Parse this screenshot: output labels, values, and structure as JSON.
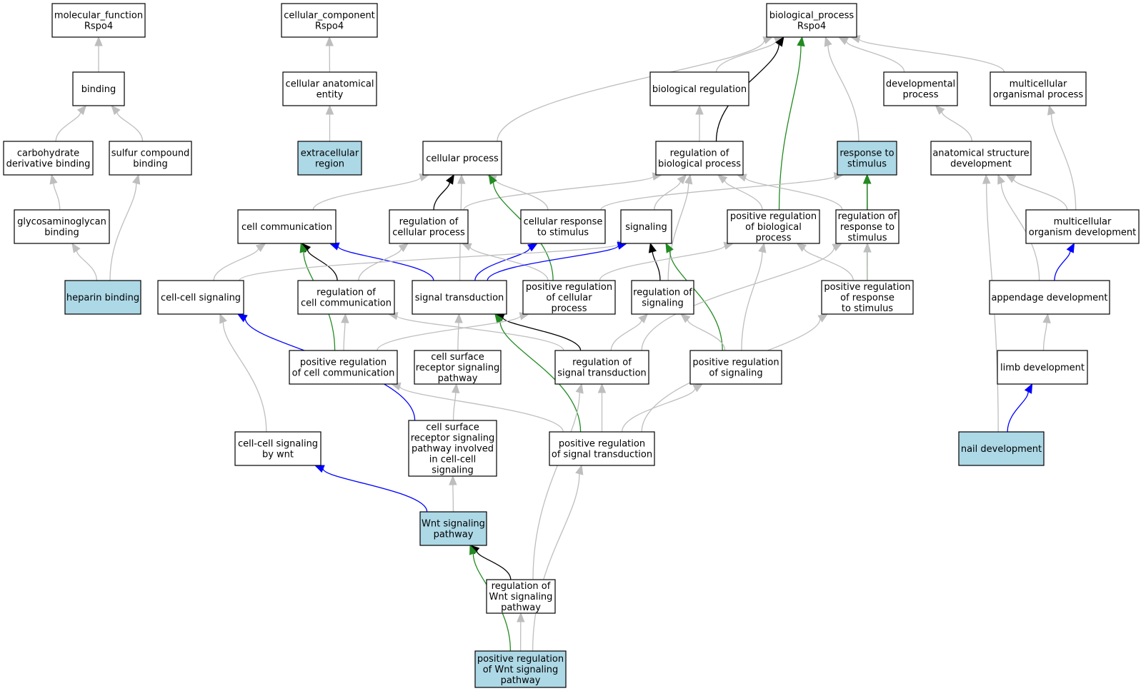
{
  "diagram": {
    "colors": {
      "highlight_fill": "#add8e6",
      "default_fill": "#ffffff",
      "is_a": "#bebebe",
      "part_of": "#0000ff",
      "regulates": "#000000",
      "positively_regulates": "#228b22",
      "negatively_regulates": "#ff0000"
    },
    "nodes": [
      {
        "id": "mf",
        "label": [
          "molecular_function",
          "Rspo4"
        ],
        "highlight": false
      },
      {
        "id": "binding",
        "label": [
          "binding"
        ],
        "highlight": false
      },
      {
        "id": "carb",
        "label": [
          "carbohydrate",
          "derivative binding"
        ],
        "highlight": false
      },
      {
        "id": "sulfur",
        "label": [
          "sulfur compound",
          "binding"
        ],
        "highlight": false
      },
      {
        "id": "gag",
        "label": [
          "glycosaminoglycan",
          "binding"
        ],
        "highlight": false
      },
      {
        "id": "heparin",
        "label": [
          "heparin binding"
        ],
        "highlight": true
      },
      {
        "id": "cc",
        "label": [
          "cellular_component",
          "Rspo4"
        ],
        "highlight": false
      },
      {
        "id": "cae",
        "label": [
          "cellular anatomical",
          "entity"
        ],
        "highlight": false
      },
      {
        "id": "extra",
        "label": [
          "extracellular",
          "region"
        ],
        "highlight": true
      },
      {
        "id": "bp",
        "label": [
          "biological_process",
          "Rspo4"
        ],
        "highlight": false
      },
      {
        "id": "cellproc",
        "label": [
          "cellular process"
        ],
        "highlight": false
      },
      {
        "id": "bioreg",
        "label": [
          "biological regulation"
        ],
        "highlight": false
      },
      {
        "id": "regbp",
        "label": [
          "regulation of",
          "biological process"
        ],
        "highlight": false
      },
      {
        "id": "resp",
        "label": [
          "response to",
          "stimulus"
        ],
        "highlight": true
      },
      {
        "id": "devproc",
        "label": [
          "developmental",
          "process"
        ],
        "highlight": false
      },
      {
        "id": "multiproc",
        "label": [
          "multicellular",
          "organismal process"
        ],
        "highlight": false
      },
      {
        "id": "anat",
        "label": [
          "anatomical structure",
          "development"
        ],
        "highlight": false
      },
      {
        "id": "cellcomm",
        "label": [
          "cell communication"
        ],
        "highlight": false
      },
      {
        "id": "regcp",
        "label": [
          "regulation of",
          "cellular process"
        ],
        "highlight": false
      },
      {
        "id": "cellresp",
        "label": [
          "cellular response",
          "to stimulus"
        ],
        "highlight": false
      },
      {
        "id": "signaling",
        "label": [
          "signaling"
        ],
        "highlight": false
      },
      {
        "id": "posregbp",
        "label": [
          "positive regulation",
          "of biological",
          "process"
        ],
        "highlight": false
      },
      {
        "id": "regresp",
        "label": [
          "regulation of",
          "response to",
          "stimulus"
        ],
        "highlight": false
      },
      {
        "id": "multidev",
        "label": [
          "multicellular",
          "organism development"
        ],
        "highlight": false
      },
      {
        "id": "ccsig",
        "label": [
          "cell-cell signaling"
        ],
        "highlight": false
      },
      {
        "id": "regcc",
        "label": [
          "regulation of",
          "cell communication"
        ],
        "highlight": false
      },
      {
        "id": "sigtrans",
        "label": [
          "signal transduction"
        ],
        "highlight": false
      },
      {
        "id": "posregcp",
        "label": [
          "positive regulation",
          "of cellular",
          "process"
        ],
        "highlight": false
      },
      {
        "id": "regsig",
        "label": [
          "regulation of",
          "signaling"
        ],
        "highlight": false
      },
      {
        "id": "posregresp",
        "label": [
          "positive regulation",
          "of response",
          "to stimulus"
        ],
        "highlight": false
      },
      {
        "id": "append",
        "label": [
          "appendage development"
        ],
        "highlight": false
      },
      {
        "id": "posregcc",
        "label": [
          "positive regulation",
          "of cell communication"
        ],
        "highlight": false
      },
      {
        "id": "csrsp",
        "label": [
          "cell surface",
          "receptor signaling",
          "pathway"
        ],
        "highlight": false
      },
      {
        "id": "regst",
        "label": [
          "regulation of",
          "signal transduction"
        ],
        "highlight": false
      },
      {
        "id": "posregsig",
        "label": [
          "positive regulation",
          "of signaling"
        ],
        "highlight": false
      },
      {
        "id": "limb",
        "label": [
          "limb development"
        ],
        "highlight": false
      },
      {
        "id": "ccwnt",
        "label": [
          "cell-cell signaling",
          "by wnt"
        ],
        "highlight": false
      },
      {
        "id": "csrspcc",
        "label": [
          "cell surface",
          "receptor signaling",
          "pathway involved",
          "in cell-cell",
          "signaling"
        ],
        "highlight": false
      },
      {
        "id": "posregst",
        "label": [
          "positive regulation",
          "of signal transduction"
        ],
        "highlight": false
      },
      {
        "id": "nail",
        "label": [
          "nail development"
        ],
        "highlight": true
      },
      {
        "id": "wnt",
        "label": [
          "Wnt signaling",
          "pathway"
        ],
        "highlight": true
      },
      {
        "id": "regwnt",
        "label": [
          "regulation of",
          "Wnt signaling",
          "pathway"
        ],
        "highlight": false
      },
      {
        "id": "posregwnt",
        "label": [
          "positive regulation",
          "of Wnt signaling",
          "pathway"
        ],
        "highlight": true
      }
    ],
    "edges": [
      {
        "from": "binding",
        "to": "mf",
        "type": "is_a"
      },
      {
        "from": "carb",
        "to": "binding",
        "type": "is_a"
      },
      {
        "from": "sulfur",
        "to": "binding",
        "type": "is_a"
      },
      {
        "from": "gag",
        "to": "carb",
        "type": "is_a"
      },
      {
        "from": "heparin",
        "to": "gag",
        "type": "is_a"
      },
      {
        "from": "heparin",
        "to": "sulfur",
        "type": "is_a"
      },
      {
        "from": "cae",
        "to": "cc",
        "type": "is_a"
      },
      {
        "from": "extra",
        "to": "cae",
        "type": "is_a"
      },
      {
        "from": "cellproc",
        "to": "bp",
        "type": "is_a"
      },
      {
        "from": "bioreg",
        "to": "bp",
        "type": "is_a"
      },
      {
        "from": "regbp",
        "to": "bp",
        "type": "regulates"
      },
      {
        "from": "regbp",
        "to": "bioreg",
        "type": "is_a"
      },
      {
        "from": "posregbp",
        "to": "bp",
        "type": "positively_regulates"
      },
      {
        "from": "resp",
        "to": "bp",
        "type": "is_a"
      },
      {
        "from": "devproc",
        "to": "bp",
        "type": "is_a"
      },
      {
        "from": "multiproc",
        "to": "bp",
        "type": "is_a"
      },
      {
        "from": "anat",
        "to": "devproc",
        "type": "is_a"
      },
      {
        "from": "cellcomm",
        "to": "cellproc",
        "type": "is_a"
      },
      {
        "from": "regcp",
        "to": "cellproc",
        "type": "regulates"
      },
      {
        "from": "regcp",
        "to": "regbp",
        "type": "is_a"
      },
      {
        "from": "cellresp",
        "to": "cellproc",
        "type": "is_a"
      },
      {
        "from": "cellresp",
        "to": "resp",
        "type": "is_a"
      },
      {
        "from": "sigtrans",
        "to": "cellproc",
        "type": "is_a"
      },
      {
        "from": "posregcp",
        "to": "cellproc",
        "type": "positively_regulates"
      },
      {
        "from": "signaling",
        "to": "regbp",
        "type": "is_a"
      },
      {
        "from": "posregbp",
        "to": "regbp",
        "type": "is_a"
      },
      {
        "from": "regresp",
        "to": "regbp",
        "type": "is_a"
      },
      {
        "from": "regsig",
        "to": "regbp",
        "type": "is_a"
      },
      {
        "from": "regresp",
        "to": "resp",
        "type": "regulates"
      },
      {
        "from": "posregresp",
        "to": "resp",
        "type": "positively_regulates"
      },
      {
        "from": "multidev",
        "to": "anat",
        "type": "is_a"
      },
      {
        "from": "append",
        "to": "anat",
        "type": "is_a"
      },
      {
        "from": "nail",
        "to": "anat",
        "type": "is_a"
      },
      {
        "from": "multidev",
        "to": "multiproc",
        "type": "is_a"
      },
      {
        "from": "ccsig",
        "to": "cellcomm",
        "type": "is_a"
      },
      {
        "from": "regcc",
        "to": "cellcomm",
        "type": "regulates"
      },
      {
        "from": "posregcc",
        "to": "cellcomm",
        "type": "positively_regulates"
      },
      {
        "from": "sigtrans",
        "to": "cellcomm",
        "type": "part_of"
      },
      {
        "from": "regcc",
        "to": "regcp",
        "type": "is_a"
      },
      {
        "from": "sigtrans",
        "to": "cellresp",
        "type": "part_of"
      },
      {
        "from": "posregcp",
        "to": "regcp",
        "type": "is_a"
      },
      {
        "from": "ccsig",
        "to": "signaling",
        "type": "is_a"
      },
      {
        "from": "sigtrans",
        "to": "signaling",
        "type": "part_of"
      },
      {
        "from": "regsig",
        "to": "signaling",
        "type": "regulates"
      },
      {
        "from": "posregsig",
        "to": "signaling",
        "type": "positively_regulates"
      },
      {
        "from": "posregcp",
        "to": "posregbp",
        "type": "is_a"
      },
      {
        "from": "posregsig",
        "to": "posregbp",
        "type": "is_a"
      },
      {
        "from": "posregresp",
        "to": "posregbp",
        "type": "is_a"
      },
      {
        "from": "regst",
        "to": "regresp",
        "type": "is_a"
      },
      {
        "from": "posregresp",
        "to": "regresp",
        "type": "is_a"
      },
      {
        "from": "append",
        "to": "multidev",
        "type": "part_of"
      },
      {
        "from": "ccwnt",
        "to": "ccsig",
        "type": "is_a"
      },
      {
        "from": "csrspcc",
        "to": "ccsig",
        "type": "part_of"
      },
      {
        "from": "posregcc",
        "to": "regcc",
        "type": "is_a"
      },
      {
        "from": "regst",
        "to": "regcc",
        "type": "is_a"
      },
      {
        "from": "csrsp",
        "to": "sigtrans",
        "type": "is_a"
      },
      {
        "from": "regst",
        "to": "sigtrans",
        "type": "regulates"
      },
      {
        "from": "posregst",
        "to": "sigtrans",
        "type": "positively_regulates"
      },
      {
        "from": "posregcc",
        "to": "posregcp",
        "type": "is_a"
      },
      {
        "from": "regst",
        "to": "regsig",
        "type": "is_a"
      },
      {
        "from": "posregsig",
        "to": "regsig",
        "type": "is_a"
      },
      {
        "from": "posregst",
        "to": "posregresp",
        "type": "is_a"
      },
      {
        "from": "limb",
        "to": "append",
        "type": "is_a"
      },
      {
        "from": "posregst",
        "to": "posregcc",
        "type": "is_a"
      },
      {
        "from": "csrspcc",
        "to": "csrsp",
        "type": "is_a"
      },
      {
        "from": "posregst",
        "to": "regst",
        "type": "is_a"
      },
      {
        "from": "regwnt",
        "to": "regst",
        "type": "is_a"
      },
      {
        "from": "posregst",
        "to": "posregsig",
        "type": "is_a"
      },
      {
        "from": "nail",
        "to": "limb",
        "type": "part_of"
      },
      {
        "from": "wnt",
        "to": "ccwnt",
        "type": "part_of"
      },
      {
        "from": "wnt",
        "to": "csrspcc",
        "type": "is_a"
      },
      {
        "from": "posregwnt",
        "to": "posregst",
        "type": "is_a"
      },
      {
        "from": "regwnt",
        "to": "wnt",
        "type": "regulates"
      },
      {
        "from": "posregwnt",
        "to": "wnt",
        "type": "positively_regulates"
      },
      {
        "from": "posregwnt",
        "to": "regwnt",
        "type": "is_a"
      }
    ]
  }
}
